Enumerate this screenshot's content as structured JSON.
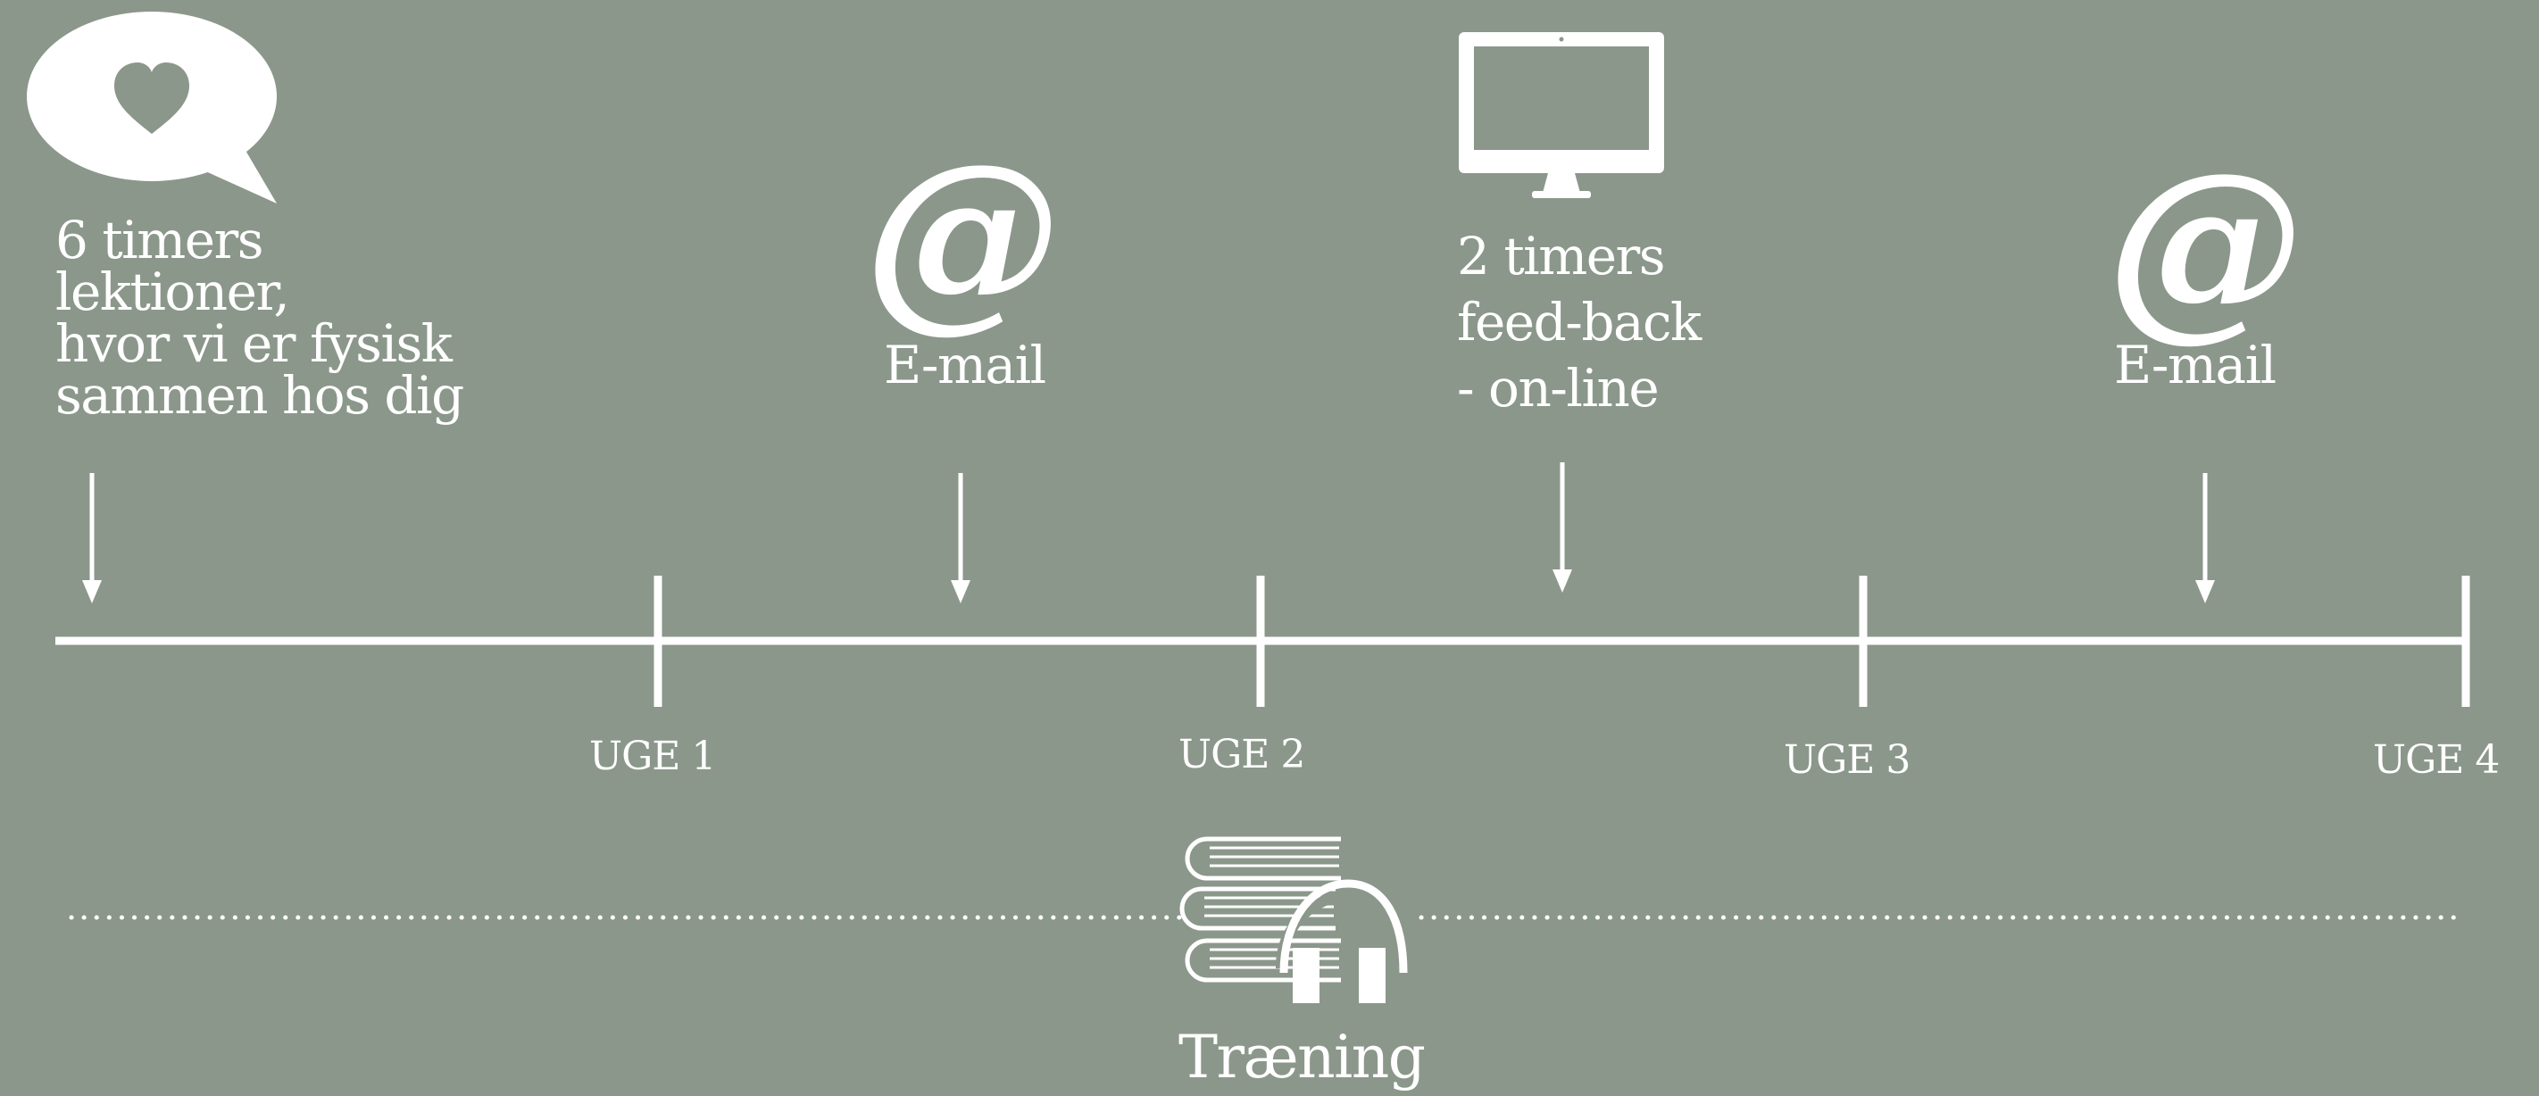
{
  "colors": {
    "background": "#8b978b",
    "foreground": "#ffffff"
  },
  "events": [
    {
      "icon": "speech-bubble-heart-icon",
      "lines": [
        "6 timers",
        "lektioner,",
        "hvor vi er fysisk",
        "sammen hos dig"
      ]
    },
    {
      "icon": "at-sign-icon",
      "lines": [
        "E-mail"
      ]
    },
    {
      "icon": "computer-monitor-icon",
      "lines": [
        "2 timers",
        "feed-back",
        "- on-line"
      ]
    },
    {
      "icon": "at-sign-icon",
      "lines": [
        "E-mail"
      ]
    }
  ],
  "weeks": [
    "UGE 1",
    "UGE 2",
    "UGE 3",
    "UGE 4"
  ],
  "training": {
    "icon": "books-headphones-icon",
    "label": "Træning"
  }
}
